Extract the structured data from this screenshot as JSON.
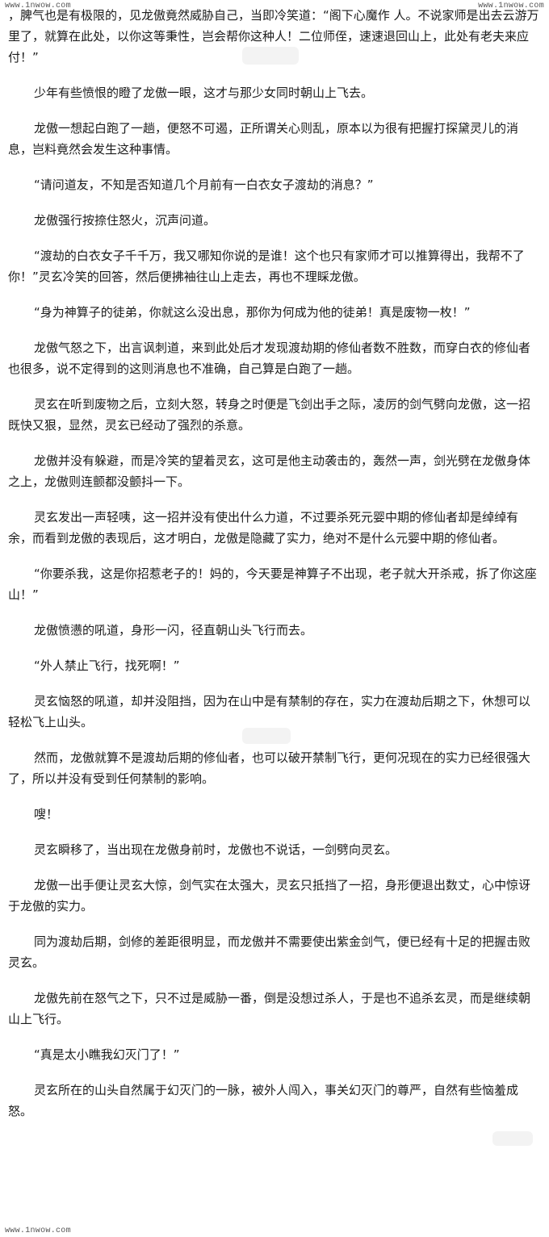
{
  "watermark": {
    "top_left": "www.1nwow.com",
    "top_right": "www.1nwow.com",
    "bottom_left": "www.1nwow.com"
  },
  "paragraphs": [
    "，脾气也是有极限的，见龙傲竟然威胁自己，当即冷笑道：“阁下心魔作   人。不说家师是出去云游万里了，就算在此处，以你这等秉性，岂会帮你这种人！二位师侄，速速退回山上，此处有老夫来应付！”",
    "少年有些愤恨的瞪了龙傲一眼，这才与那少女同时朝山上飞去。",
    "龙傲一想起白跑了一趟，便怒不可遏，正所谓关心则乱，原本以为很有把握打探黛灵儿的消息，岂料竟然会发生这种事情。",
    "“请问道友，不知是否知道几个月前有一白衣女子渡劫的消息？”",
    "龙傲强行按捺住怒火，沉声问道。",
    "“渡劫的白衣女子千千万，我又哪知你说的是谁！这个也只有家师才可以推算得出，我帮不了你！”灵玄冷笑的回答，然后便拂袖往山上走去，再也不理睬龙傲。",
    "“身为神算子的徒弟，你就这么没出息，那你为何成为他的徒弟！真是废物一枚！”",
    "龙傲气怒之下，出言讽刺道，来到此处后才发现渡劫期的修仙者数不胜数，而穿白衣的修仙者也很多，说不定得到的这则消息也不准确，自己算是白跑了一趟。",
    "灵玄在听到废物之后，立刻大怒，转身之时便是飞剑出手之际，凌厉的剑气劈向龙傲，这一招既快又狠，显然，灵玄已经动了强烈的杀意。",
    "龙傲并没有躲避，而是冷笑的望着灵玄，这可是他主动袭击的，轰然一声，剑光劈在龙傲身体之上，龙傲则连颤都没颤抖一下。",
    "灵玄发出一声轻咦，这一招并没有使出什么力道，不过要杀死元婴中期的修仙者却是绰绰有余，而看到龙傲的表现后，这才明白，龙傲是隐藏了实力，绝对不是什么元婴中期的修仙者。",
    "“你要杀我，这是你招惹老子的！妈的，今天要是神算子不出现，老子就大开杀戒，拆了你这座山！”",
    "龙傲愤懑的吼道，身形一闪，径直朝山头飞行而去。",
    "“外人禁止飞行，找死啊！”",
    "灵玄恼怒的吼道，却并没阻挡，因为在山中是有禁制的存在，实力在渡劫后期之下，休想可以轻松飞上山头。",
    "然而，龙傲就算不是渡劫后期的修仙者，也可以破开禁制飞行，更何况现在的实力已经很强大了，所以并没有受到任何禁制的影响。",
    "嗖！",
    "灵玄瞬移了，当出现在龙傲身前时，龙傲也不说话，一剑劈向灵玄。",
    "龙傲一出手便让灵玄大惊，剑气实在太强大，灵玄只抵挡了一招，身形便退出数丈，心中惊讶于龙傲的实力。",
    "同为渡劫后期，剑修的差距很明显，而龙傲并不需要使出紫金剑气，便已经有十足的把握击败灵玄。",
    "龙傲先前在怒气之下，只不过是威胁一番，倒是没想过杀人，于是也不追杀玄灵，而是继续朝山上飞行。",
    "“真是太小瞧我幻灭门了！”",
    "灵玄所在的山头自然属于幻灭门的一脉，被外人闯入，事关幻灭门的尊严，自然有些恼羞成怒。"
  ]
}
